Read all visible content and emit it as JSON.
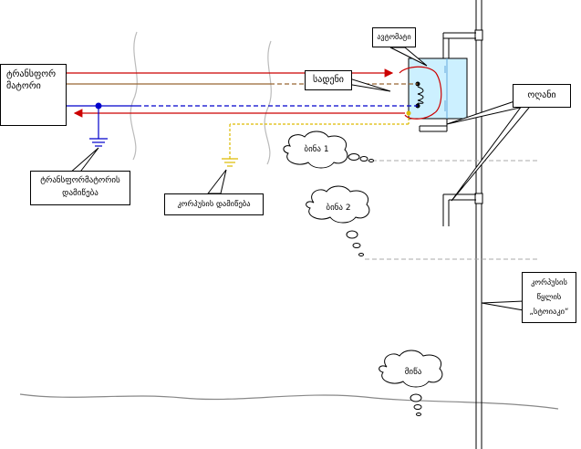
{
  "labels": {
    "transformer": "ტრანსფორმატორი",
    "automat": "ავტომატი",
    "wire": "სადენი",
    "pipe": "ოღანი",
    "transformer_ground": "ტრანსფორმატორის დამიწება",
    "body_ground": "კორპუსის დამიწება",
    "floor1": "ბინა 1",
    "floor2": "ბინა 2",
    "earth": "მიწა",
    "riser": "კორპუსის წყლის „სტოიაკი“"
  },
  "colors": {
    "phase": "#cc0000",
    "neutral": "#996633",
    "pe": "#0000cc",
    "body_ground": "#ddbb00",
    "automat_fill": "#ccf0ff",
    "dashed_gray": "#aaaaaa"
  }
}
